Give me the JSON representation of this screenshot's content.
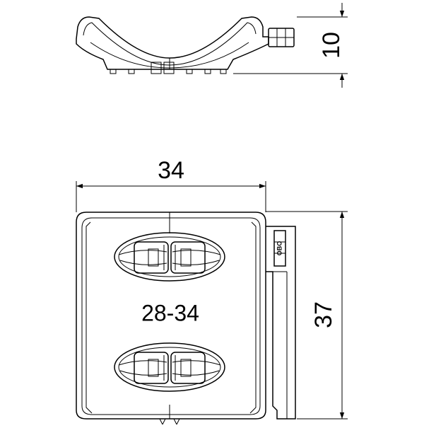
{
  "drawing": {
    "dimensions": {
      "top_height": "10",
      "front_width": "34",
      "front_height": "37"
    },
    "size_range_label": "28-34",
    "logo_text": "OBO"
  }
}
